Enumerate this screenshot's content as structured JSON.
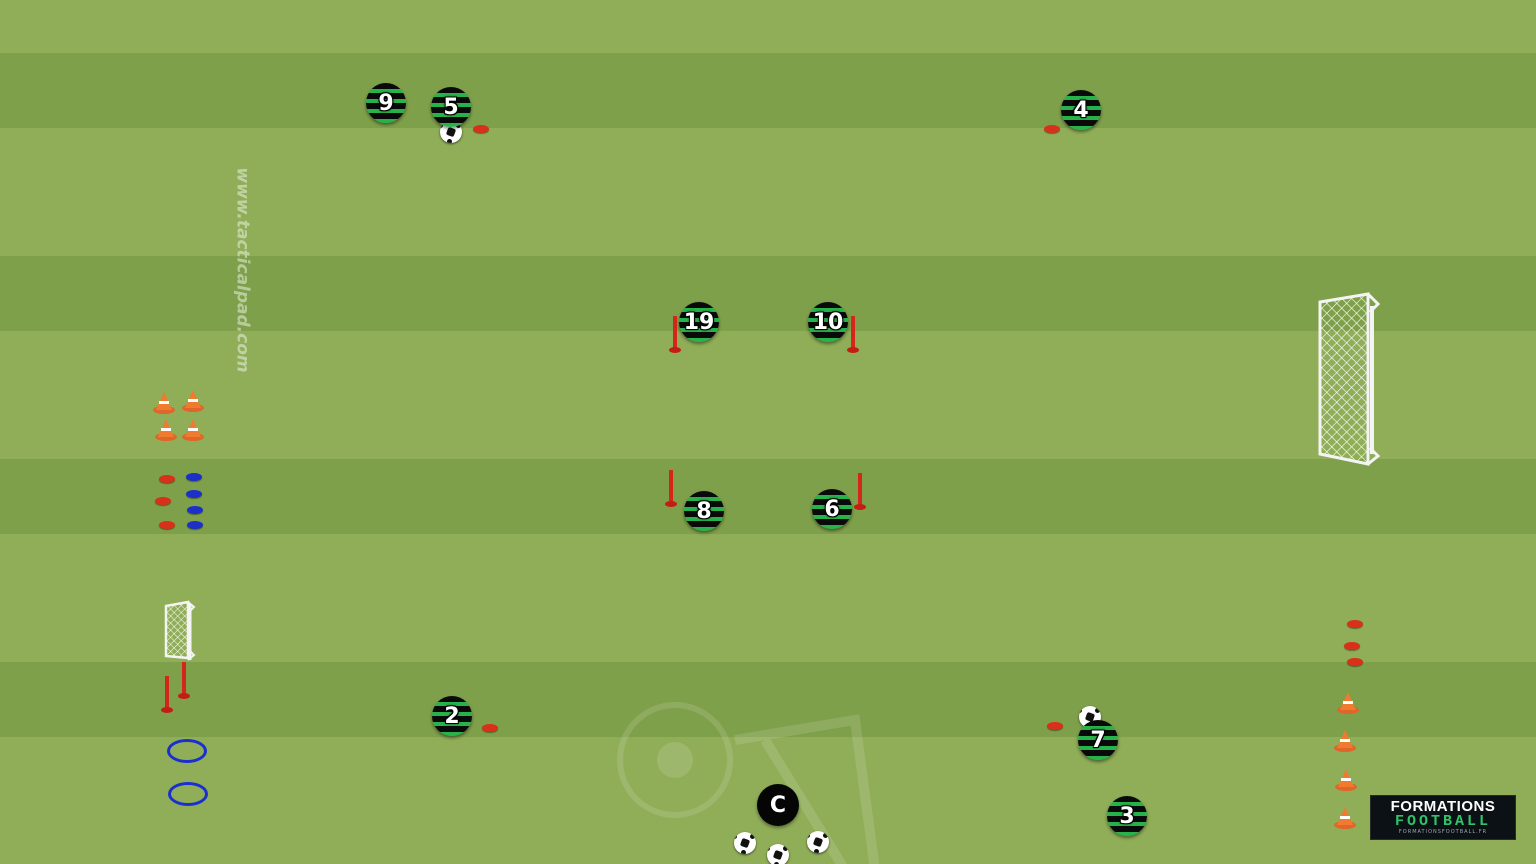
{
  "watermark_text": "www.tacticalpad.com",
  "logo": {
    "line1": "FORMATIONS",
    "line2": "FOOTBALL",
    "line3": "FORMATIONSFOOTBALL.FR"
  },
  "players": [
    "9",
    "5",
    "4",
    "19",
    "10",
    "8",
    "6",
    "2",
    "7",
    "3"
  ],
  "coach_label": "C",
  "colors": {
    "player_stripe": "#27b24a",
    "player_base": "#0a0a0a",
    "disc_red": "#d9301a",
    "disc_blue": "#1d2fc9",
    "cone_orange": "#f07a2e",
    "pitch_light": "#8fae57",
    "pitch_dark": "#7fa04a"
  }
}
